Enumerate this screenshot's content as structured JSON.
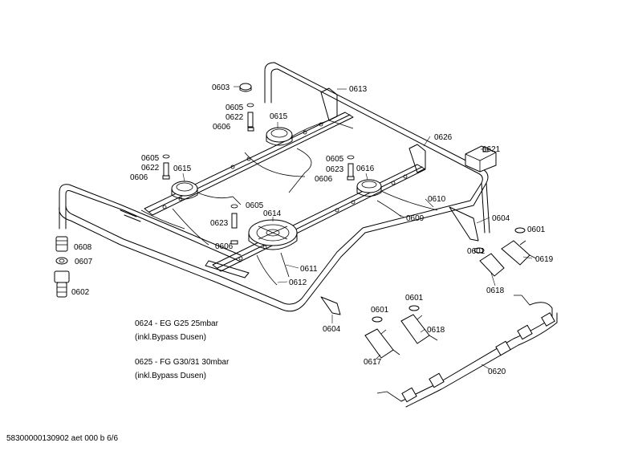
{
  "parts": {
    "p0603": "0603",
    "p0613": "0613",
    "p0605_a": "0605",
    "p0622_a": "0622",
    "p0606_a": "0606",
    "p0615_a": "0615",
    "p0626": "0626",
    "p0621": "0621",
    "p0605_b": "0605",
    "p0622_b": "0622",
    "p0606_b": "0606",
    "p0615_b": "0615",
    "p0605_c": "0605",
    "p0623_c": "0623",
    "p0606_c": "0606",
    "p0616": "0616",
    "p0610": "0610",
    "p0605_d": "0605",
    "p0614": "0614",
    "p0609": "0609",
    "p0604_a": "0604",
    "p0601_a": "0601",
    "p0623_d": "0623",
    "p0606_d": "0606",
    "p0608": "0608",
    "p0601_b": "0601",
    "p0619": "0619",
    "p0607": "0607",
    "p0611": "0611",
    "p0612": "0612",
    "p0618_a": "0618",
    "p0602": "0602",
    "p0601_c": "0601",
    "p0601_d": "0601",
    "p0604_b": "0604",
    "p0618_b": "0618",
    "p0617": "0617",
    "p0620": "0620"
  },
  "notes": {
    "n1_line1": "0624 - EG G25 25mbar",
    "n1_line2": "(inkl.Bypass Dusen)",
    "n2_line1": "0625 - FG G30/31 30mbar",
    "n2_line2": "(inkl.Bypass Dusen)"
  },
  "footer": "58300000130902 aet 000 b 6/6"
}
